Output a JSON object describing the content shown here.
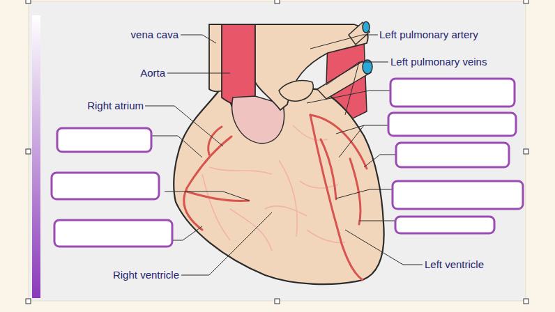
{
  "diagram": {
    "labels": [
      "vena cava",
      "Aorta",
      "Right atrium",
      "Left pulmonary artery",
      "Left pulmonary veins",
      "Right ventricle",
      "Left ventricle"
    ]
  }
}
